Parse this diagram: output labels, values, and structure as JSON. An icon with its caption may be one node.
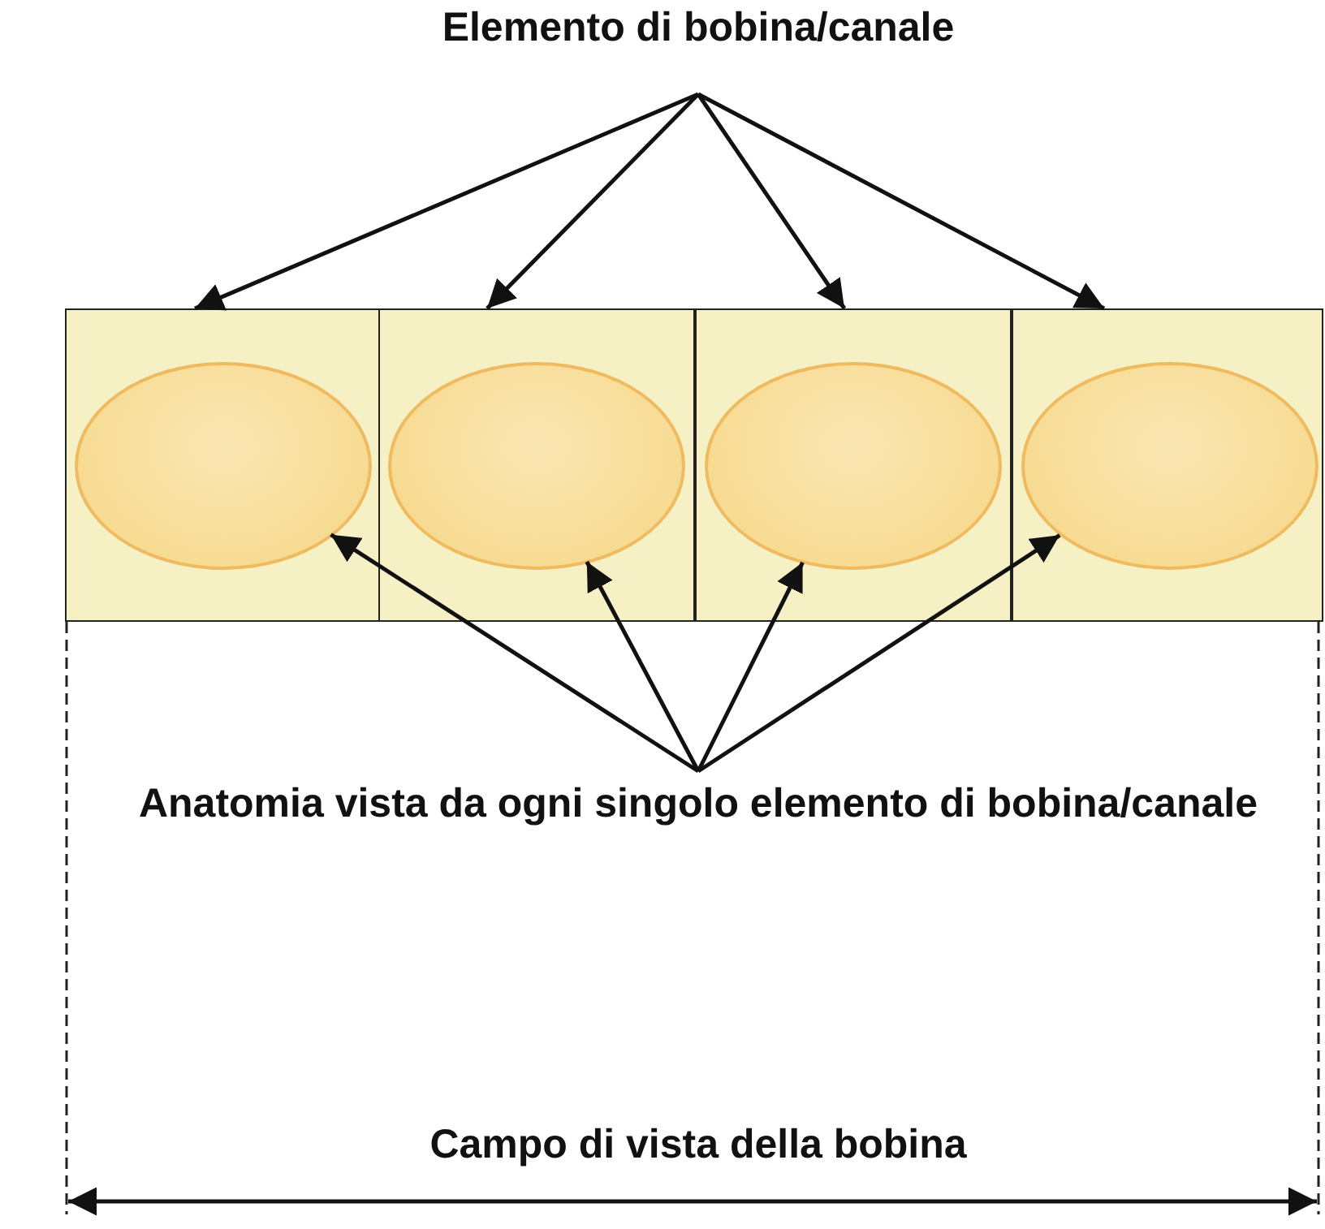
{
  "diagram": {
    "nodes": [
      {
        "text": [
          "Elemento di bobina/canale"
        ]
      },
      {
        "text": [],
        "shape": "box"
      },
      {
        "text": [],
        "shape": "ellipse",
        "in": 1
      },
      {
        "text": [],
        "shape": "box"
      },
      {
        "text": [],
        "shape": "ellipse",
        "in": 3
      },
      {
        "text": [],
        "shape": "box"
      },
      {
        "text": [],
        "shape": "ellipse",
        "in": 5
      },
      {
        "text": [],
        "shape": "box"
      },
      {
        "text": [],
        "shape": "ellipse",
        "in": 7
      },
      {
        "text": [
          "Anatomia vista da ogni singolo elemento di bobina/canale"
        ]
      }
    ],
    "edges": [
      {
        "from": 0,
        "to": 1,
        "arrow": "to"
      },
      {
        "from": 0,
        "to": 3,
        "arrow": "to"
      },
      {
        "from": 0,
        "to": 5,
        "arrow": "to"
      },
      {
        "from": 0,
        "to": 7,
        "arrow": "to"
      },
      {
        "from": 9,
        "to": 2,
        "arrow": "to"
      },
      {
        "from": 9,
        "to": 4,
        "arrow": "to"
      },
      {
        "from": 9,
        "to": 6,
        "arrow": "to"
      },
      {
        "from": 9,
        "to": 8,
        "arrow": "to"
      }
    ],
    "labels": [
      "Campo di vista della bobina"
    ]
  }
}
